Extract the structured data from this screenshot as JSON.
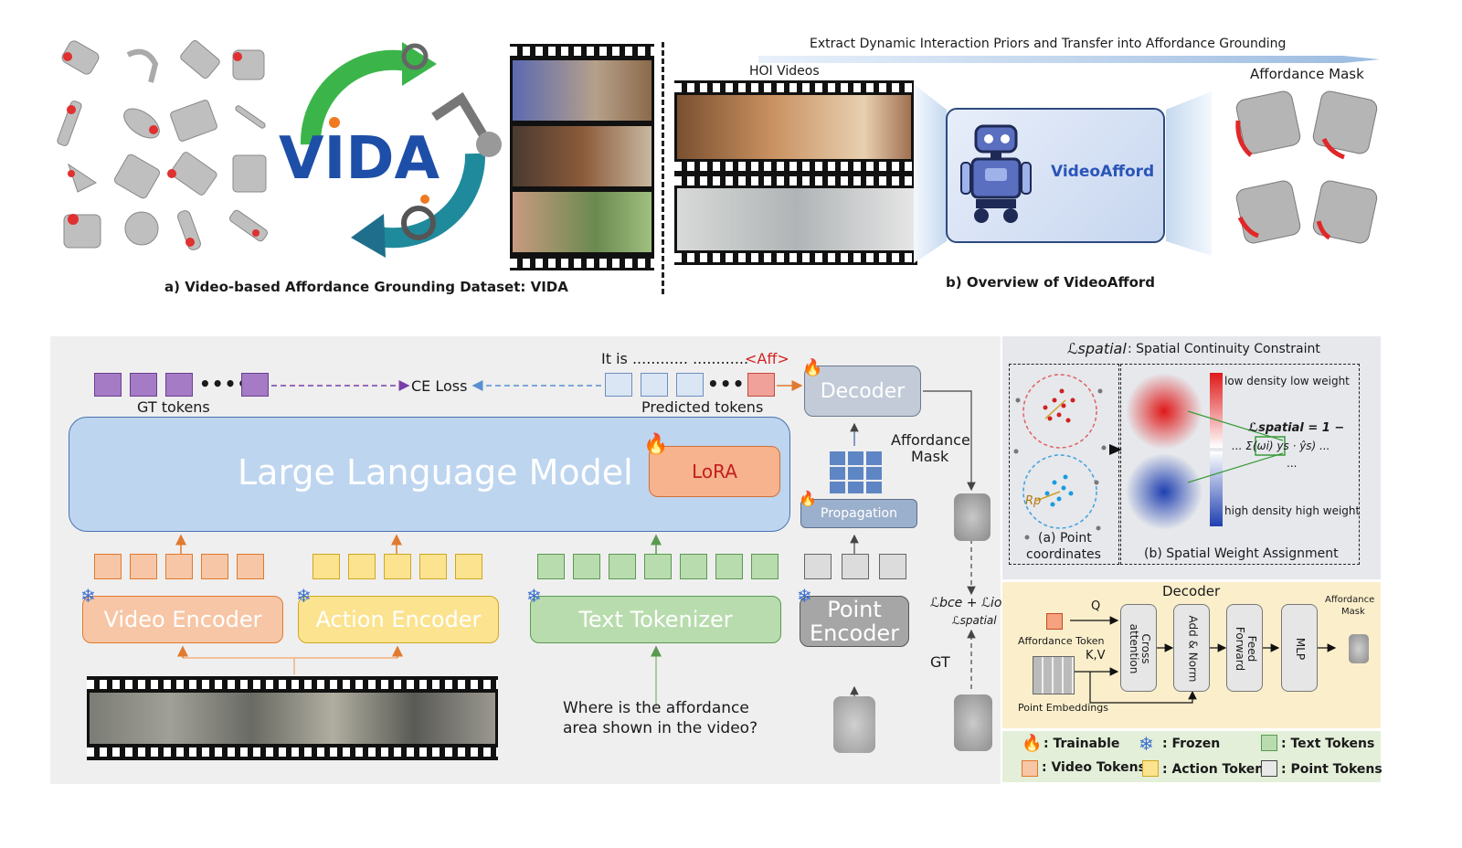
{
  "top": {
    "banner": "Extract Dynamic Interaction Priors and Transfer into Affordance Grounding",
    "vida_logo": "VIDA",
    "caption_a": "a) Video-based Affordance Grounding Dataset: VIDA",
    "hoi_label": "HOI Videos",
    "videoafford_label": "VideoAfford",
    "mask_label": "Affordance Mask",
    "caption_b": "b) Overview of VideoAfford"
  },
  "main": {
    "it_is": "It is ............ ............",
    "aff_token": "<Aff>",
    "ce_loss": "CE Loss",
    "gt_tokens": "GT tokens",
    "predicted_tokens": "Predicted tokens",
    "llm": "Large Language Model",
    "lora": "LoRA",
    "decoder": "Decoder",
    "afford_mask_1": "Affordance",
    "afford_mask_2": "Mask",
    "propagation": "Propagation",
    "video_encoder": "Video Encoder",
    "action_encoder": "Action Encoder",
    "text_tokenizer": "Text Tokenizer",
    "point_encoder_1": "Point",
    "point_encoder_2": "Encoder",
    "question_1": "Where is the affordance",
    "question_2": "area shown in the video?",
    "loss_1": "ℒbce + ℒiou",
    "loss_2": "ℒspatial",
    "gt": "GT"
  },
  "spatial": {
    "title_symbol": "ℒspatial",
    "title": ": Spatial Continuity Constraint",
    "low": "low density low weight",
    "high": "high density high weight",
    "rp": "Rp",
    "point_cap_1": "(a) Point",
    "point_cap_2": "coordinates",
    "weight_cap": "(b) Spatial Weight Assignment",
    "formula_1": "ℒspatial = 1 −",
    "formula_2": "... Σ(ωi) ys · ŷs) ...",
    "formula_3": "..."
  },
  "decoder": {
    "title": "Decoder",
    "q": "Q",
    "kv": "K,V",
    "afford_token": "Affordance Token",
    "point_emb": "Point Embeddings",
    "cross": "Cross attention",
    "addnorm": "Add & Norm",
    "ff": "Feed Forward",
    "mlp": "MLP",
    "out_1": "Affordance",
    "out_2": "Mask"
  },
  "legend": {
    "trainable": ": Trainable",
    "frozen": ": Frozen",
    "text_tokens": ": Text Tokens",
    "video_tokens": ": Video Tokens",
    "action_tokens": ": Action Tokens",
    "point_tokens": ": Point Tokens"
  },
  "colors": {
    "gt_token": "#a57bc6",
    "pred_token": "#dbe6f4",
    "aff_token": "#f0a29a",
    "llm": "#bdd5ef",
    "lora": "#f6b38d",
    "video": "#f7c6a6",
    "action": "#fbe38f",
    "text": "#b9dcae",
    "point": "#a6a6a6"
  }
}
